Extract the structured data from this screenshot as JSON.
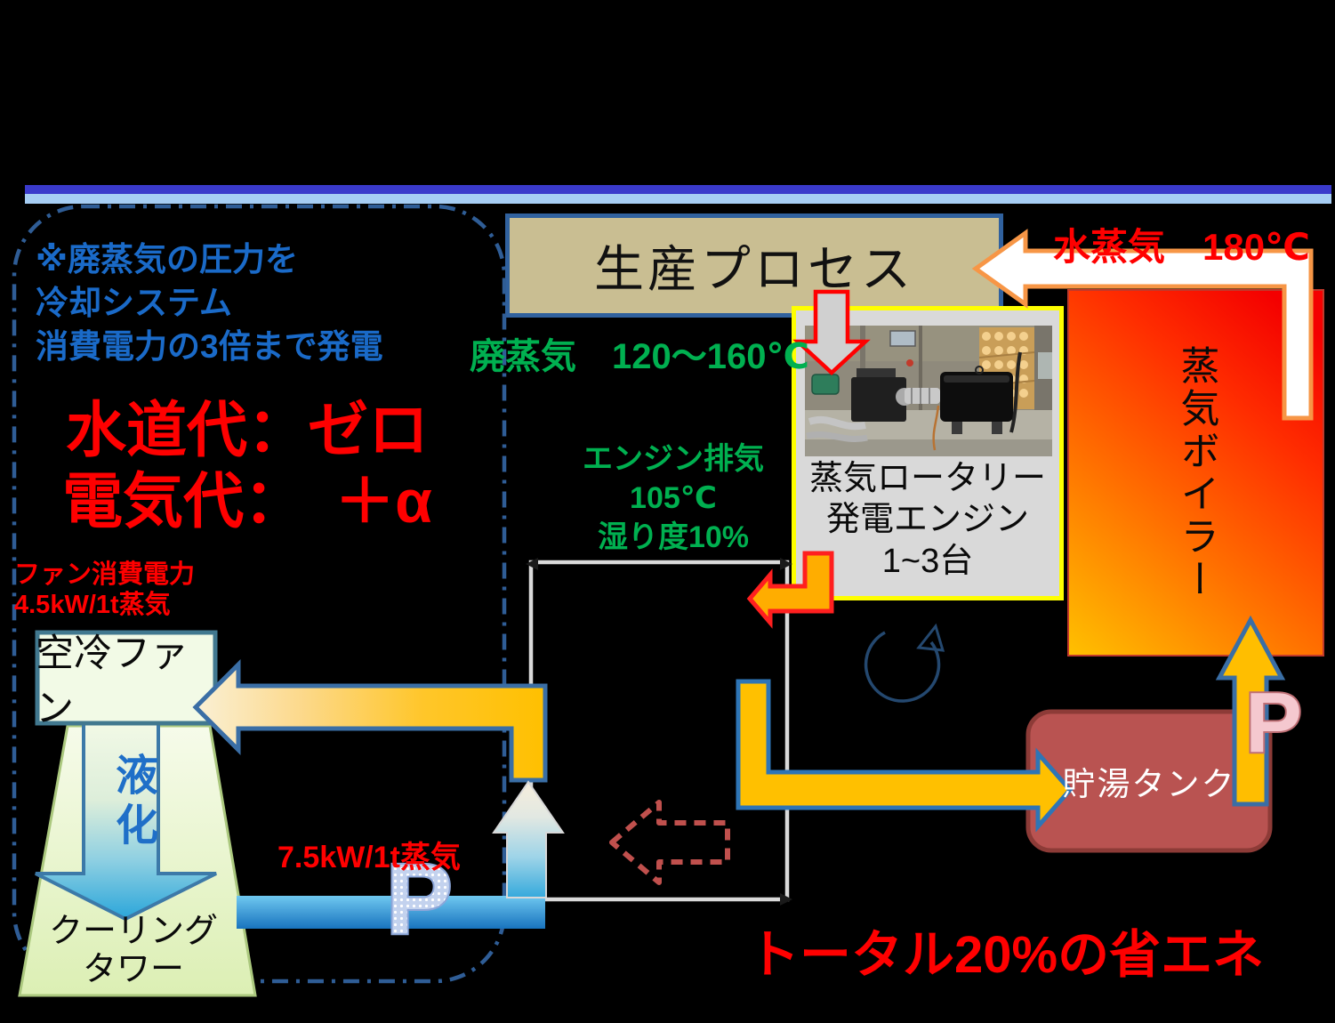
{
  "note_box": {
    "text": "※廃蒸気の圧力を\n冷却システム\n消費電力の3倍まで発電",
    "color": "#1A6AC8"
  },
  "savings": {
    "text": "水道代：ゼロ\n電気代：　＋α",
    "color": "#FF0000"
  },
  "fan": {
    "power_note": "ファン消費電力\n4.5kW/1t蒸気",
    "box_label": "空冷ファン"
  },
  "liquefaction_label": "液化",
  "cooling_tower_label": "クーリング\nタワー",
  "condensate_pump": {
    "power_note": "7.5kW/1t蒸気",
    "symbol": "P"
  },
  "production_process": {
    "label": "生産プロセス",
    "fill": "#C9BE92",
    "border": "#30619E"
  },
  "waste_steam_note": "廃蒸気　120～160℃",
  "engine_exhaust_note": "エンジン排気\n105℃\n湿り度10%",
  "engine_panel": {
    "caption": "蒸気ロータリー\n発電エンジン\n1~3台",
    "border": "#FFFF00"
  },
  "steam_supply_note": "水蒸気　180℃",
  "boiler": {
    "label": "蒸気ボイラー",
    "gradient_from": "#FFC000",
    "gradient_to": "#F40000"
  },
  "tank": {
    "label": "貯湯タンク",
    "fill": "#B95351"
  },
  "feed_pump": {
    "symbol": "P"
  },
  "total_note": "トータル20%の省エネ",
  "colors": {
    "text_blue": "#1A6AC8",
    "text_red": "#FF0000",
    "text_green": "#00B050",
    "arrow_orange": "#FFC000",
    "arrow_border_blue": "#3A6EA5",
    "arrow_border_red": "#FF1F1F",
    "header_bar_dark": "#3A3ACB",
    "header_bar_light": "#A6CDF3",
    "dashed_frame": "#2F5D96"
  }
}
